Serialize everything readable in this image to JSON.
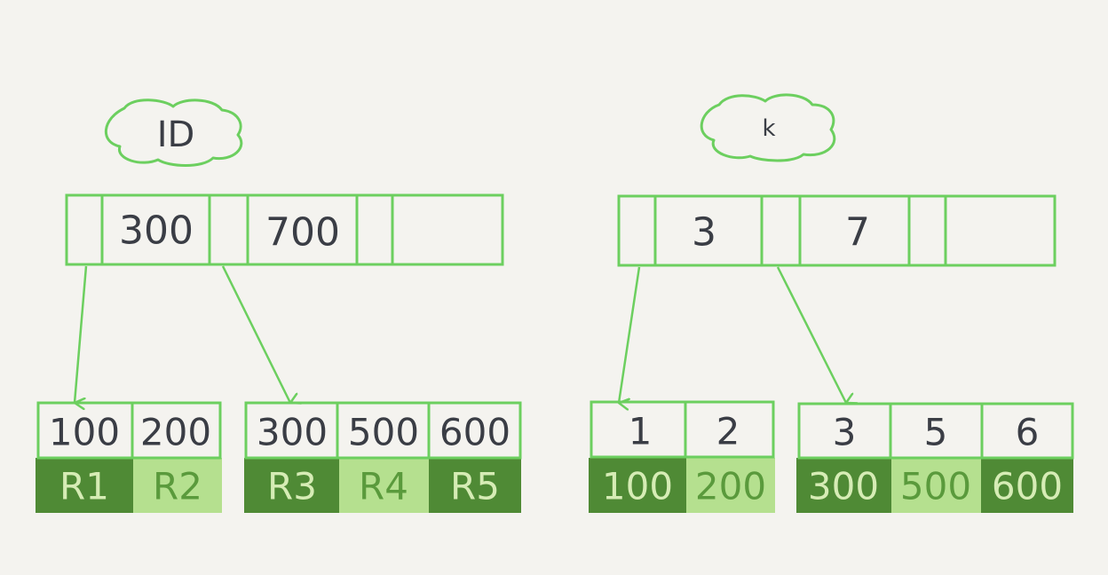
{
  "colors": {
    "background": "#f4f3ef",
    "outline": "#6ccf5f",
    "dark_cell": "#4f8a35",
    "light_cell": "#b5e08f",
    "text": "#3a3d45",
    "dark_cell_text": "#d6ecb5",
    "light_cell_text": "#5a9a3c"
  },
  "trees": [
    {
      "label": "ID",
      "root_keys": [
        "300",
        "700"
      ],
      "leaves": [
        {
          "keys": [
            "100",
            "200"
          ],
          "rows": [
            {
              "text": "R1",
              "tone": "dark"
            },
            {
              "text": "R2",
              "tone": "light"
            }
          ]
        },
        {
          "keys": [
            "300",
            "500",
            "600"
          ],
          "rows": [
            {
              "text": "R3",
              "tone": "dark"
            },
            {
              "text": "R4",
              "tone": "light"
            },
            {
              "text": "R5",
              "tone": "dark"
            }
          ]
        }
      ]
    },
    {
      "label": "k",
      "root_keys": [
        "3",
        "7"
      ],
      "leaves": [
        {
          "keys": [
            "1",
            "2"
          ],
          "rows": [
            {
              "text": "100",
              "tone": "dark"
            },
            {
              "text": "200",
              "tone": "light"
            }
          ]
        },
        {
          "keys": [
            "3",
            "5",
            "6"
          ],
          "rows": [
            {
              "text": "300",
              "tone": "dark"
            },
            {
              "text": "500",
              "tone": "light"
            },
            {
              "text": "600",
              "tone": "dark"
            }
          ]
        }
      ]
    }
  ]
}
